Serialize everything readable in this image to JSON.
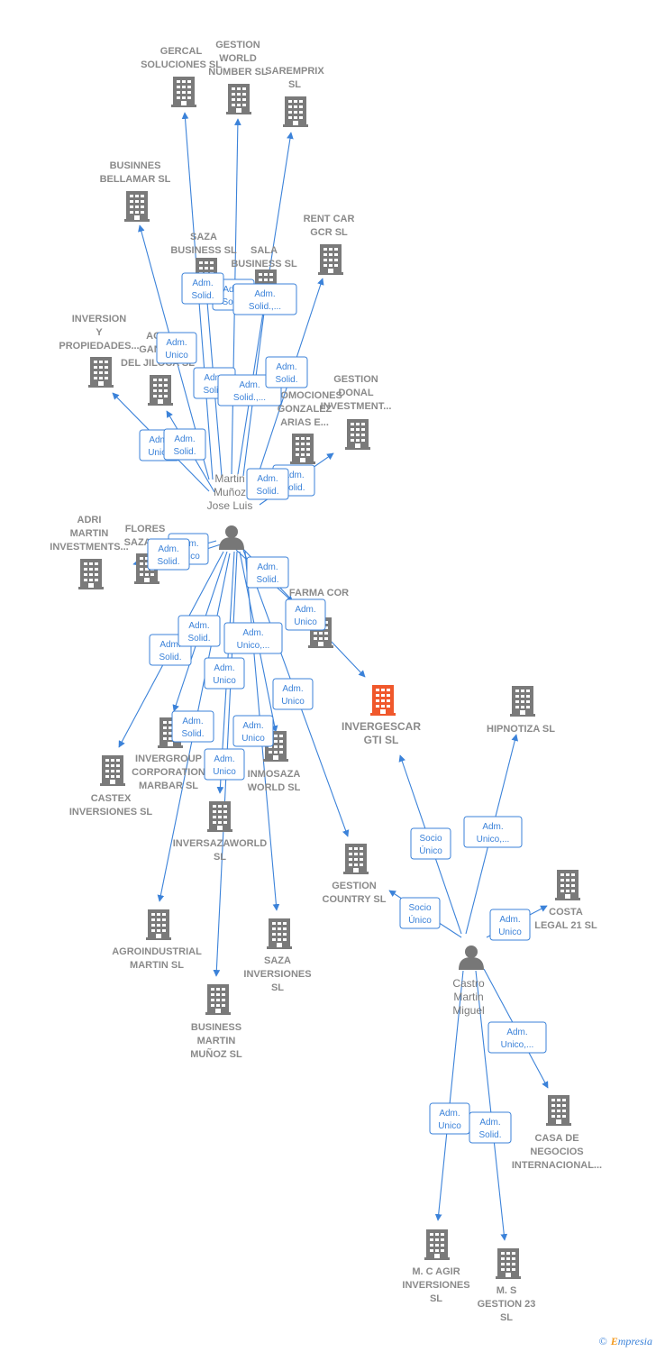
{
  "colors": {
    "edge": "#3b82d9",
    "building": "#7a7a7a",
    "focus": "#f0582c",
    "person": "#777777"
  },
  "brand": {
    "copyright": "©",
    "first": "E",
    "rest": "mpresia"
  },
  "persons": [
    {
      "id": "martin",
      "lines": [
        "Martin",
        "Muñoz",
        "Jose Luis"
      ]
    },
    {
      "id": "castro",
      "lines": [
        "Castro",
        "Martin",
        "Miguel"
      ]
    }
  ],
  "companies": [
    {
      "id": "gercal",
      "lines": [
        "GERCAL",
        "SOLUCIONES SL"
      ]
    },
    {
      "id": "gestion_world",
      "lines": [
        "GESTION",
        "WORLD",
        "NUMBER SL"
      ]
    },
    {
      "id": "saremprix",
      "lines": [
        "SAREMPRIX",
        "SL"
      ]
    },
    {
      "id": "businnes_bellamar",
      "lines": [
        "BUSINNES",
        "BELLAMAR SL"
      ]
    },
    {
      "id": "rent_car",
      "lines": [
        "RENT CAR",
        "GCR SL"
      ]
    },
    {
      "id": "saza_business",
      "lines": [
        "SAZA",
        "BUSINESS SL"
      ]
    },
    {
      "id": "sala_business",
      "lines": [
        "SALA",
        "BUSINESS SL"
      ]
    },
    {
      "id": "inversion_propiedades",
      "lines": [
        "INVERSION",
        "Y",
        "PROPIEDADES..."
      ]
    },
    {
      "id": "ganaderia",
      "lines": [
        "AG...",
        "GANA...",
        "DEL JILOCA SL"
      ]
    },
    {
      "id": "promociones",
      "lines": [
        "PROMOCIONES",
        "GONZALEZ",
        "ARIAS E..."
      ]
    },
    {
      "id": "gestion_donal",
      "lines": [
        "GESTION",
        "DONAL",
        "INVESTMENT..."
      ]
    },
    {
      "id": "adri_martin",
      "lines": [
        "ADRI",
        "MARTIN",
        "INVESTMENTS..."
      ]
    },
    {
      "id": "flores_saza",
      "lines": [
        "FLORES",
        "SAZA SL"
      ]
    },
    {
      "id": "farma_cor",
      "lines": [
        "FARMA COR",
        "SL"
      ]
    },
    {
      "id": "invergescar",
      "lines": [
        "INVERGESCAR",
        "GTI SL"
      ],
      "focus": true
    },
    {
      "id": "hipnotiza",
      "lines": [
        "HIPNOTIZA SL"
      ]
    },
    {
      "id": "castex",
      "lines": [
        "CASTEX",
        "INVERSIONES SL"
      ]
    },
    {
      "id": "invergroup",
      "lines": [
        "INVERGROUP",
        "CORPORATION",
        "MARBAR SL"
      ]
    },
    {
      "id": "inmosaza",
      "lines": [
        "INMOSAZA",
        "WORLD SL"
      ]
    },
    {
      "id": "inversazaworld",
      "lines": [
        "INVERSAZAWORLD",
        "SL"
      ]
    },
    {
      "id": "gestion_country",
      "lines": [
        "GESTION",
        "COUNTRY SL"
      ]
    },
    {
      "id": "costa_legal",
      "lines": [
        "COSTA",
        "LEGAL 21 SL"
      ]
    },
    {
      "id": "agroindustrial",
      "lines": [
        "AGROINDUSTRIAL",
        "MARTIN SL"
      ]
    },
    {
      "id": "saza_inversiones",
      "lines": [
        "SAZA",
        "INVERSIONES",
        "SL"
      ]
    },
    {
      "id": "business_martin",
      "lines": [
        "BUSINESS",
        "MARTIN",
        "MUÑOZ SL"
      ]
    },
    {
      "id": "casa_negocios",
      "lines": [
        "CASA DE",
        "NEGOCIOS",
        "INTERNACIONAL..."
      ]
    },
    {
      "id": "mc_agir",
      "lines": [
        "M. C AGIR",
        "INVERSIONES",
        "SL"
      ]
    },
    {
      "id": "ms_gestion",
      "lines": [
        "M. S",
        "GESTION 23",
        "SL"
      ]
    }
  ],
  "edge_labels": [
    {
      "id": "l_gercal",
      "lines": [
        "Adm.",
        "Unico"
      ]
    },
    {
      "id": "l_world",
      "lines": [
        "Adm.",
        "Solid."
      ]
    },
    {
      "id": "l_saremprix",
      "lines": [
        "Adm.",
        "Solid.,..."
      ]
    },
    {
      "id": "l_businnes",
      "lines": [
        "Adm.",
        "Solid."
      ]
    },
    {
      "id": "l_saza_b",
      "lines": [
        "Adm.",
        "Solid."
      ]
    },
    {
      "id": "l_sala_b",
      "lines": [
        "Adm.",
        "Solid.,..."
      ]
    },
    {
      "id": "l_rentcar",
      "lines": [
        "Adm.",
        "Solid."
      ]
    },
    {
      "id": "l_inversion",
      "lines": [
        "Adm.",
        "Unico"
      ]
    },
    {
      "id": "l_ganaderia",
      "lines": [
        "Adm.",
        "Solid."
      ]
    },
    {
      "id": "l_donal",
      "lines": [
        "Adm.",
        "Solid."
      ]
    },
    {
      "id": "l_promociones",
      "lines": [
        "Adm.",
        "Solid."
      ]
    },
    {
      "id": "l_flores",
      "lines": [
        "Adm.",
        "Unico"
      ]
    },
    {
      "id": "l_adri",
      "lines": [
        "Adm.",
        "Solid."
      ]
    },
    {
      "id": "l_farma",
      "lines": [
        "Adm.",
        "Solid."
      ]
    },
    {
      "id": "l_invergescar",
      "lines": [
        "Adm.",
        "Unico"
      ]
    },
    {
      "id": "l_castex",
      "lines": [
        "Adm.",
        "Solid."
      ]
    },
    {
      "id": "l_invergroup",
      "lines": [
        "Adm.",
        "Solid."
      ]
    },
    {
      "id": "l_agro",
      "lines": [
        "Adm.",
        "Unico"
      ]
    },
    {
      "id": "l_inmosaza",
      "lines": [
        "Adm.",
        "Unico,..."
      ]
    },
    {
      "id": "l_invergroup2",
      "lines": [
        "Adm.",
        "Solid."
      ]
    },
    {
      "id": "l_inversaza",
      "lines": [
        "Adm.",
        "Unico"
      ]
    },
    {
      "id": "l_business_m",
      "lines": [
        "Adm.",
        "Unico"
      ]
    },
    {
      "id": "l_country",
      "lines": [
        "Adm.",
        "Unico"
      ]
    },
    {
      "id": "l_c_invergescar",
      "lines": [
        "Socio",
        "Único"
      ]
    },
    {
      "id": "l_c_hipnotiza",
      "lines": [
        "Adm.",
        "Unico,..."
      ]
    },
    {
      "id": "l_c_country",
      "lines": [
        "Socio",
        "Único"
      ]
    },
    {
      "id": "l_c_costa",
      "lines": [
        "Adm.",
        "Unico"
      ]
    },
    {
      "id": "l_c_casa",
      "lines": [
        "Adm.",
        "Unico,..."
      ]
    },
    {
      "id": "l_c_mcagir",
      "lines": [
        "Adm.",
        "Unico"
      ]
    },
    {
      "id": "l_c_ms",
      "lines": [
        "Adm.",
        "Solid."
      ]
    }
  ]
}
